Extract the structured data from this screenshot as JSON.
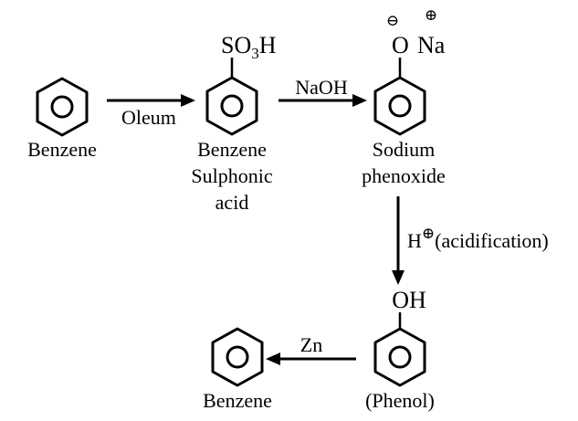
{
  "compounds": {
    "benzene_start": "Benzene",
    "sulphonic_line1": "Benzene",
    "sulphonic_line2": "Sulphonic",
    "sulphonic_line3": "acid",
    "phenoxide_line1": "Sodium",
    "phenoxide_line2": "phenoxide",
    "phenol": "(Phenol)",
    "benzene_end": "Benzene"
  },
  "substituents": {
    "so3h_s": "S",
    "so3h_o": "O",
    "so3h_sub": "3",
    "so3h_h": "H",
    "phenoxide_o": "O",
    "minus_sign": "⊖",
    "plus_sign": "⊕",
    "sodium": "Na",
    "hydroxyl": "OH"
  },
  "reagents": {
    "step1": "Oleum",
    "step2": "NaOH",
    "step3_h": "H",
    "step3_plus": "⊕",
    "step3_rest": "(acidification)",
    "step4": "Zn"
  }
}
